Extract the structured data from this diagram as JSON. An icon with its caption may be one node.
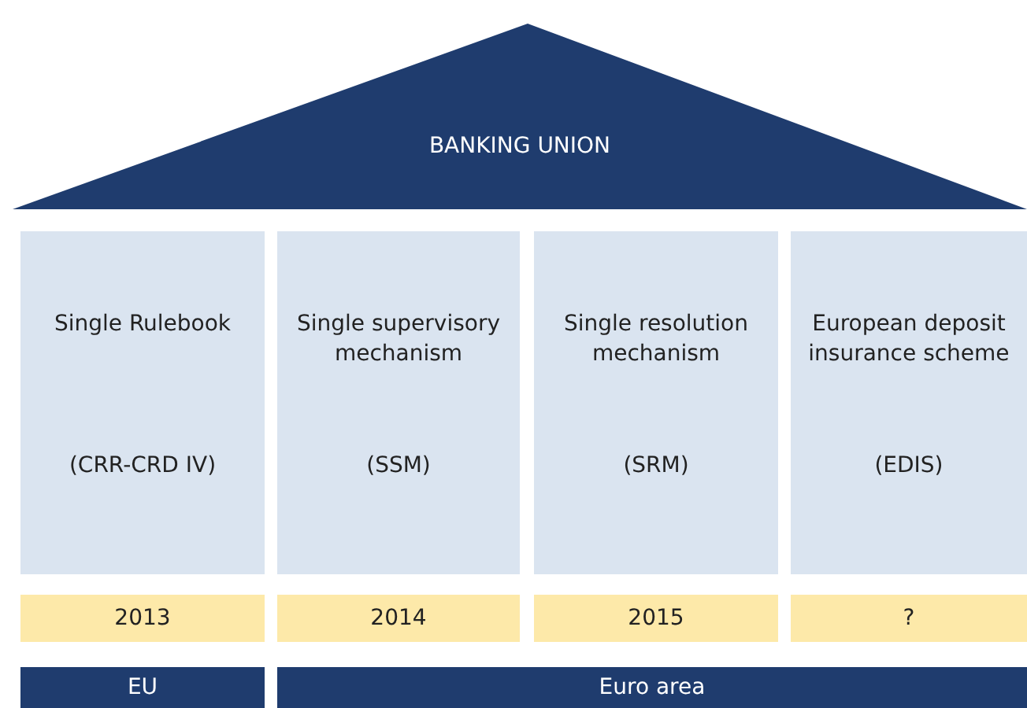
{
  "diagram": {
    "nodes": [
      {
        "text": [
          "BANKING UNION"
        ]
      },
      {
        "text": [
          "Single Rulebook",
          "(CRR-CRD IV)"
        ]
      },
      {
        "text": [
          "Single supervisory mechanism",
          "(SSM)"
        ]
      },
      {
        "text": [
          "Single resolution mechanism",
          "(SRM)"
        ]
      },
      {
        "text": [
          "European deposit insurance scheme",
          "(EDIS)"
        ]
      },
      {
        "text": [
          "2013"
        ]
      },
      {
        "text": [
          "2014"
        ]
      },
      {
        "text": [
          "2015"
        ]
      },
      {
        "text": [
          "?"
        ]
      },
      {
        "text": [
          "EU"
        ]
      },
      {
        "text": [
          "Euro area"
        ]
      }
    ]
  }
}
